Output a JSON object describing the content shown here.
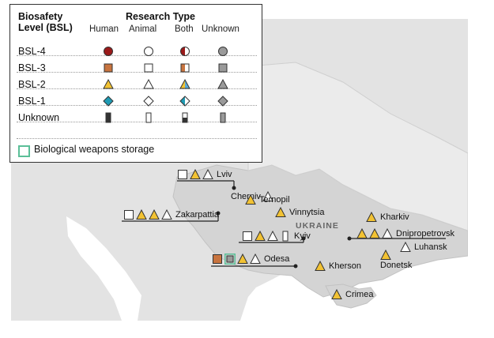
{
  "legend": {
    "title_line1": "Biosafety",
    "title_line2": "Level (BSL)",
    "research_type": "Research Type",
    "columns": [
      "Human",
      "Animal",
      "Both",
      "Unknown"
    ],
    "rows": [
      "BSL-4",
      "BSL-3",
      "BSL-2",
      "BSL-1",
      "Unknown"
    ],
    "storage": "Biological weapons storage"
  },
  "country_label": "UKRAINE",
  "cities": [
    {
      "name": "Lviv",
      "symbols": [
        "unk-animal-square",
        "bsl2-human",
        "bsl2-animal"
      ]
    },
    {
      "name": "Cherniv",
      "symbols": [
        "bsl2-animal"
      ]
    },
    {
      "name": "Ternopil",
      "symbols": [
        "bsl2-human"
      ]
    },
    {
      "name": "Zakarpattia",
      "symbols": [
        "unk-animal-square",
        "bsl2-human",
        "bsl2-human",
        "bsl2-animal"
      ]
    },
    {
      "name": "Vinnytsia",
      "symbols": [
        "bsl2-human"
      ]
    },
    {
      "name": "Kyiv",
      "symbols": [
        "unk-animal-square",
        "bsl2-human",
        "bsl2-animal",
        "unknown-animal"
      ]
    },
    {
      "name": "Odesa",
      "symbols": [
        "bsl3-human",
        "bsl3-unknown-storage",
        "bsl2-human",
        "bsl2-animal"
      ]
    },
    {
      "name": "Kherson",
      "symbols": [
        "bsl2-human"
      ]
    },
    {
      "name": "Crimea",
      "symbols": [
        "bsl2-human"
      ]
    },
    {
      "name": "Kharkiv",
      "symbols": [
        "bsl2-human"
      ]
    },
    {
      "name": "Dnipropetrovsk",
      "symbols": [
        "bsl2-human",
        "bsl2-human",
        "bsl2-animal"
      ]
    },
    {
      "name": "Luhansk",
      "symbols": [
        "bsl2-animal"
      ]
    },
    {
      "name": "Donetsk",
      "symbols": [
        "bsl2-human"
      ]
    }
  ],
  "colors": {
    "water": "#ffffff",
    "land_light": "#e6e6e6",
    "land_mid": "#d6d6d6",
    "ukraine_border": "#bdbdbd",
    "bsl4": "#9b1a1a",
    "bsl3": "#c8743f",
    "bsl2": "#f2c233",
    "bsl1": "#1f9bb4",
    "gray": "#9a9a9a",
    "storage": "#5bbf98"
  }
}
